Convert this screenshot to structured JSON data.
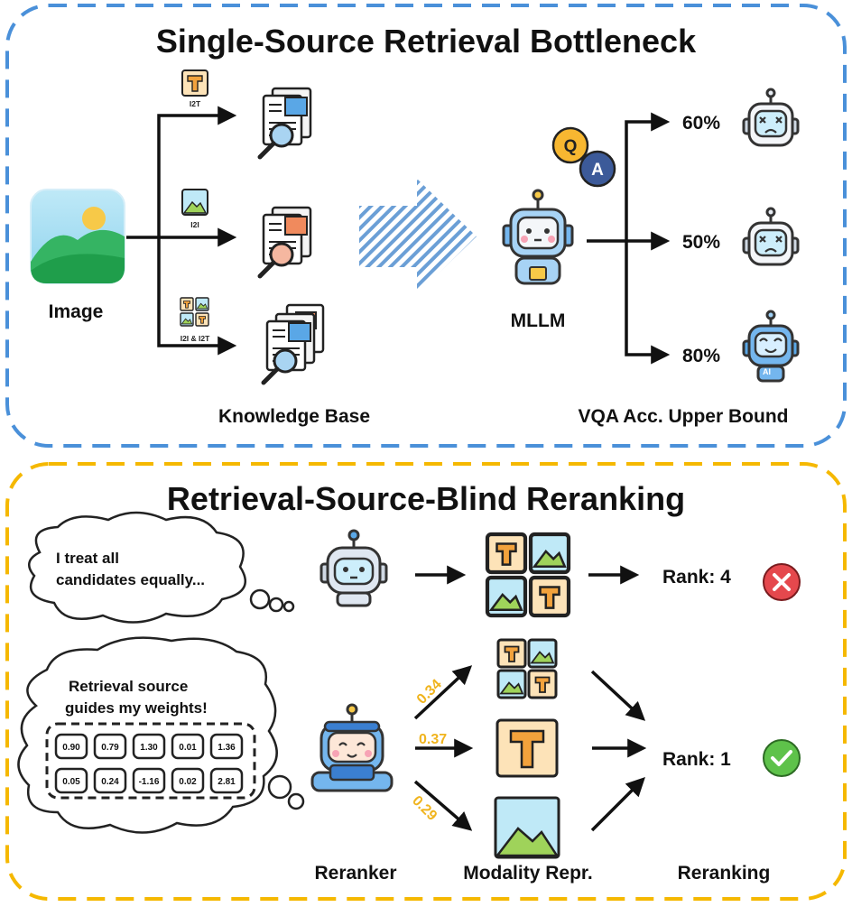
{
  "top": {
    "title": "Single-Source Retrieval Bottleneck",
    "image_label": "Image",
    "branches": [
      "I2T",
      "I2I",
      "I2I & I2T"
    ],
    "knowledge_base_label": "Knowledge Base",
    "qa_q": "Q",
    "qa_a": "A",
    "mllm_label": "MLLM",
    "accuracies": [
      "60%",
      "50%",
      "80%"
    ],
    "upper_bound_label": "VQA Acc. Upper Bound",
    "robot_ai_text": "AI"
  },
  "bottom": {
    "title": "Retrieval-Source-Blind Reranking",
    "bubble1_lines": [
      "I treat all",
      "candidates equally..."
    ],
    "bubble2_lines": [
      "Retrieval source",
      "guides my weights!"
    ],
    "weights_row1": [
      "0.90",
      "0.79",
      "1.30",
      "0.01",
      "1.36"
    ],
    "weights_row2": [
      "0.05",
      "0.24",
      "-1.16",
      "0.02",
      "2.81"
    ],
    "edge_weights": [
      "0.34",
      "0.37",
      "0.29"
    ],
    "rank_top": "Rank: 4",
    "rank_bottom": "Rank: 1",
    "text_tile_letter": "T",
    "reranker_label": "Reranker",
    "modality_label": "Modality Repr.",
    "reranking_label": "Reranking"
  },
  "colors": {
    "top_border": "#4a90d9",
    "bottom_border": "#f5b800",
    "weight_text": "#f0b41e",
    "tile_fill": "#fde3b8",
    "text_tile_fill": "#f2a23c",
    "error_red": "#e5484d",
    "ok_green": "#5ec24a"
  }
}
